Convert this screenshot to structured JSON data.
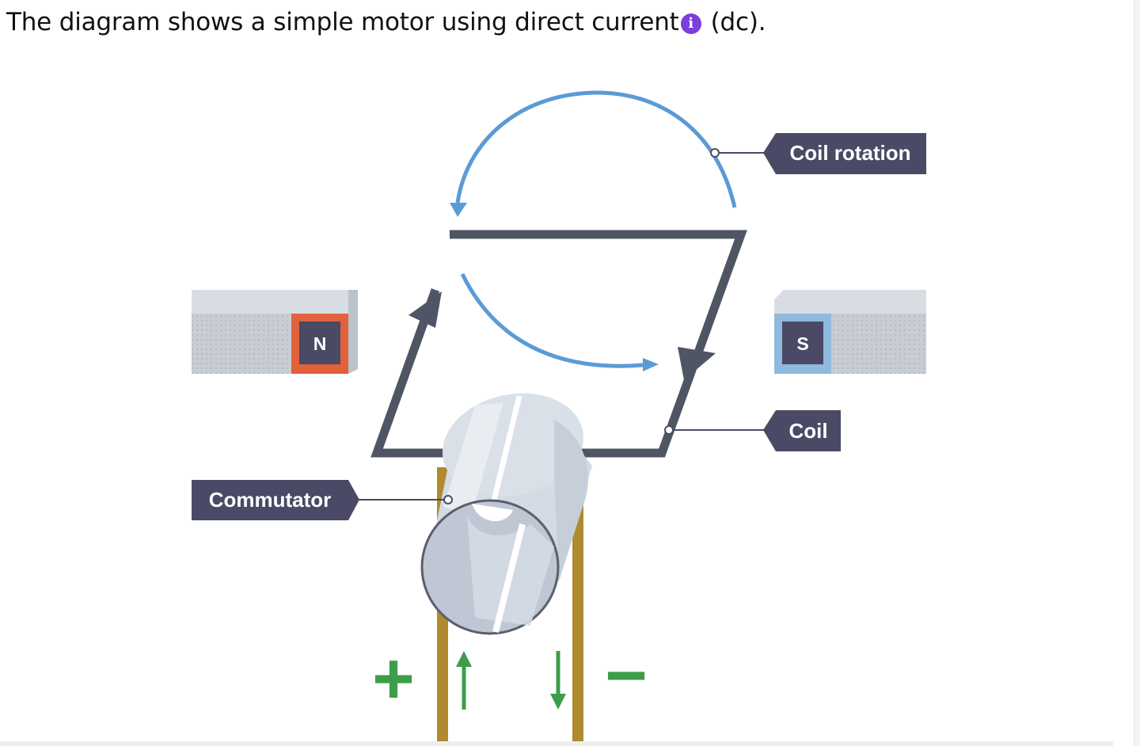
{
  "heading": {
    "text_before": "The diagram shows a simple motor using",
    "term": "direct current",
    "info_glyph": "i",
    "text_after": "(dc)."
  },
  "diagram": {
    "labels": {
      "coil_rotation": "Coil rotation",
      "coil": "Coil",
      "commutator": "Commutator"
    },
    "magnet_north": "N",
    "magnet_south": "S",
    "terminal_positive": "+",
    "terminal_negative": "−"
  },
  "colors": {
    "info_icon": "#7c3fd9",
    "coil": "#4f5564",
    "label_bg": "#4a4a66",
    "north_pole": "#e2603a",
    "south_pole": "#8fb9dd",
    "rotation_arrow": "#5b9bd5",
    "terminal_marks": "#3e9d4a",
    "brush": "#b08a2e"
  }
}
